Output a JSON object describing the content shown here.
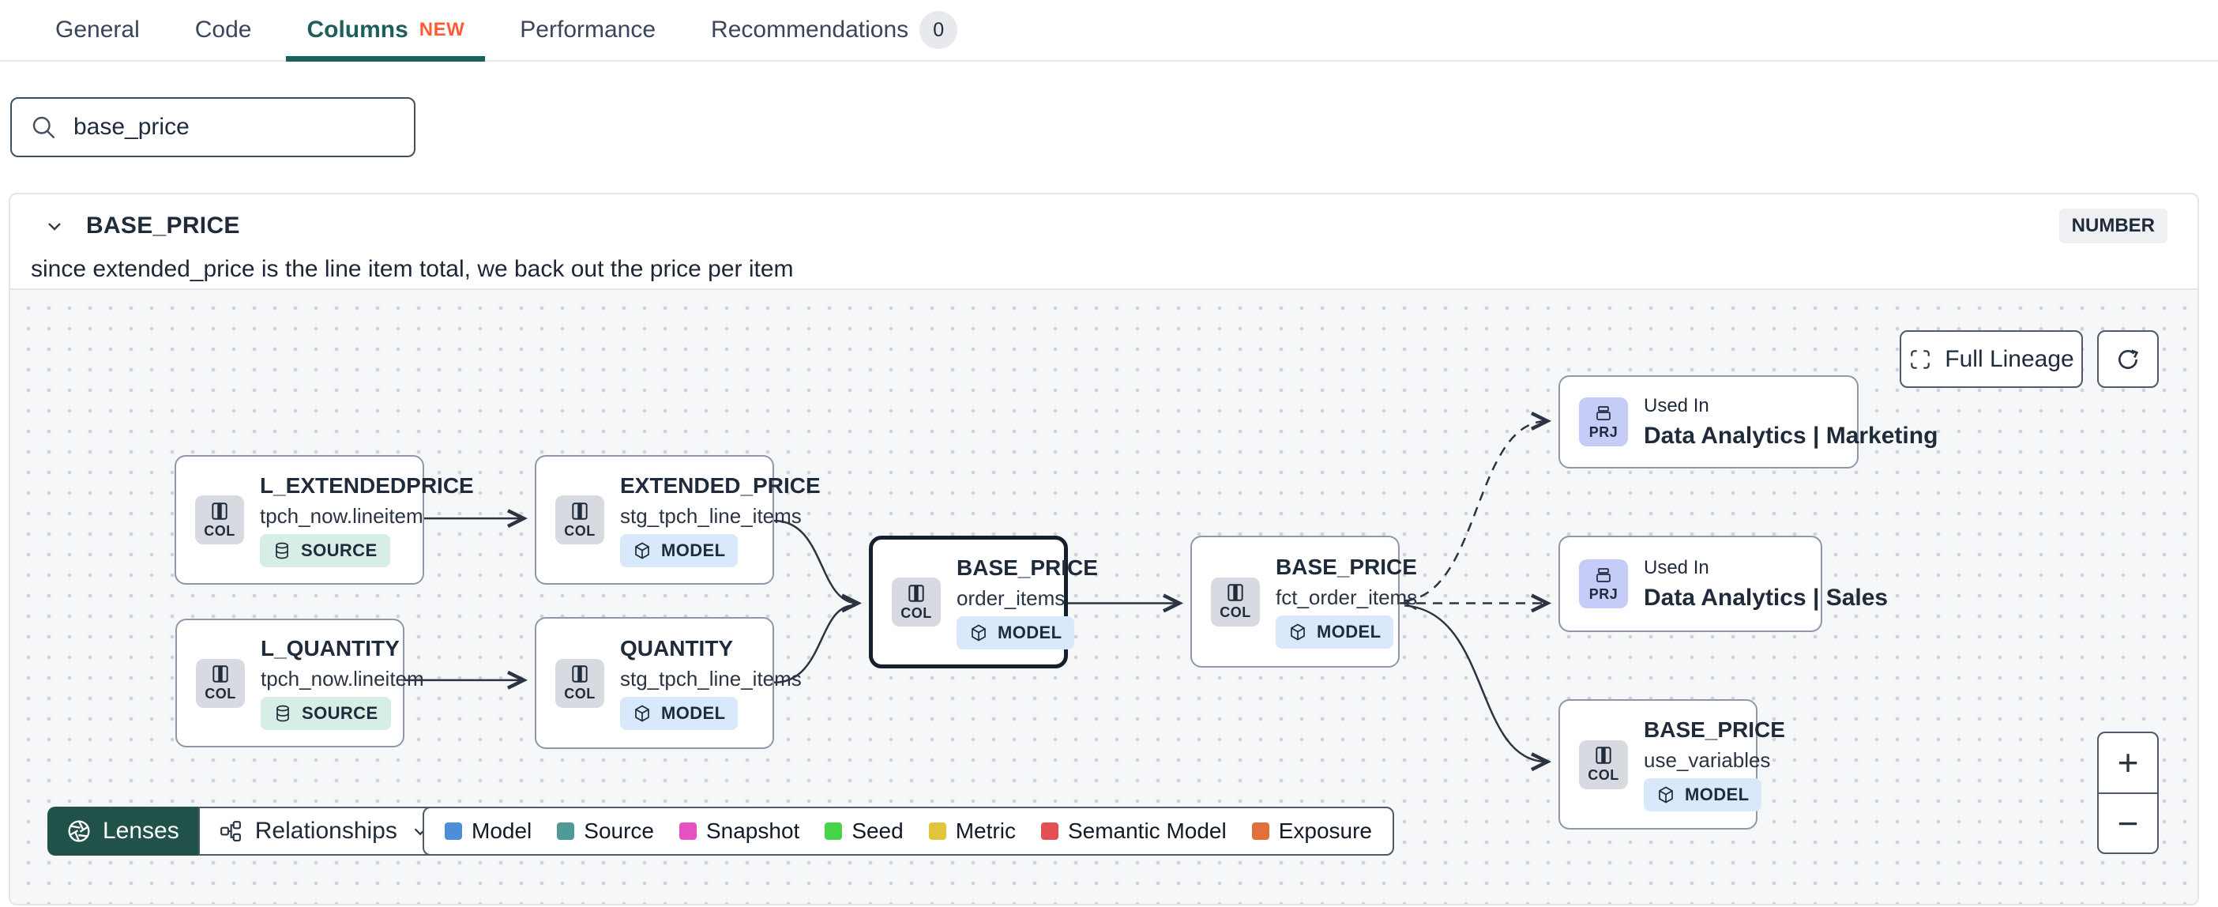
{
  "tabs": {
    "items": [
      {
        "label": "General"
      },
      {
        "label": "Code"
      },
      {
        "label": "Columns",
        "badge": "NEW",
        "active": true
      },
      {
        "label": "Performance"
      },
      {
        "label": "Recommendations",
        "count": "0"
      }
    ]
  },
  "search": {
    "value": "base_price"
  },
  "column_card": {
    "title": "BASE_PRICE",
    "type_badge": "NUMBER",
    "description": "since extended_price is the line item total, we back out the price per item"
  },
  "lineage": {
    "full_lineage_label": "Full Lineage",
    "nodes": [
      {
        "title": "L_EXTENDEDPRICE",
        "subtitle": "tpch_now.lineitem",
        "tile": "COL",
        "badge": "SOURCE"
      },
      {
        "title": "EXTENDED_PRICE",
        "subtitle": "stg_tpch_line_items",
        "tile": "COL",
        "badge": "MODEL"
      },
      {
        "title": "L_QUANTITY",
        "subtitle": "tpch_now.lineitem",
        "tile": "COL",
        "badge": "SOURCE"
      },
      {
        "title": "QUANTITY",
        "subtitle": "stg_tpch_line_items",
        "tile": "COL",
        "badge": "MODEL"
      },
      {
        "title": "BASE_PRICE",
        "subtitle": "order_items",
        "tile": "COL",
        "badge": "MODEL",
        "selected": true
      },
      {
        "title": "BASE_PRICE",
        "subtitle": "fct_order_items",
        "tile": "COL",
        "badge": "MODEL"
      },
      {
        "label": "Used In",
        "title": "Data Analytics | Marketing",
        "tile": "PRJ"
      },
      {
        "label": "Used In",
        "title": "Data Analytics | Sales",
        "tile": "PRJ"
      },
      {
        "title": "BASE_PRICE",
        "subtitle": "use_variables",
        "tile": "COL",
        "badge": "MODEL"
      }
    ],
    "controls": {
      "lenses_label": "Lenses",
      "relationships_label": "Relationships",
      "zoom_in": "+",
      "zoom_out": "−"
    },
    "legend": {
      "items": [
        {
          "label": "Model",
          "color": "#4e8ed7"
        },
        {
          "label": "Source",
          "color": "#4f9a96"
        },
        {
          "label": "Snapshot",
          "color": "#e651c1"
        },
        {
          "label": "Seed",
          "color": "#48d348"
        },
        {
          "label": "Metric",
          "color": "#e2c43d"
        },
        {
          "label": "Semantic Model",
          "color": "#e25055"
        },
        {
          "label": "Exposure",
          "color": "#e2703c"
        }
      ]
    }
  }
}
